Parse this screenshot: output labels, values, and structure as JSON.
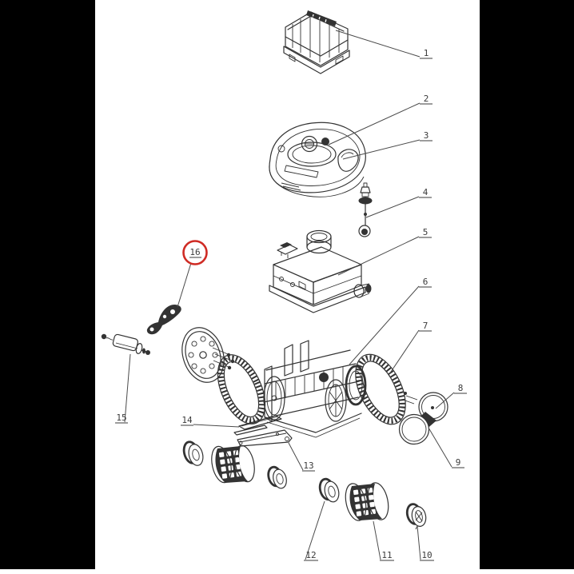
{
  "page": {
    "background_color": "#000000",
    "sheet_color": "#ffffff",
    "line_color": "#333333",
    "label_color": "#3b3b3b",
    "highlight_color": "#cf2b24"
  },
  "diagram": {
    "labels": [
      {
        "text": "1"
      },
      {
        "text": "2"
      },
      {
        "text": "3"
      },
      {
        "text": "4"
      },
      {
        "text": "5"
      },
      {
        "text": "6"
      },
      {
        "text": "7"
      },
      {
        "text": "8"
      },
      {
        "text": "9"
      },
      {
        "text": "10"
      },
      {
        "text": "11"
      },
      {
        "text": "12"
      },
      {
        "text": "13"
      },
      {
        "text": "14"
      },
      {
        "text": "15"
      },
      {
        "text": "16",
        "highlighted": true
      }
    ]
  }
}
